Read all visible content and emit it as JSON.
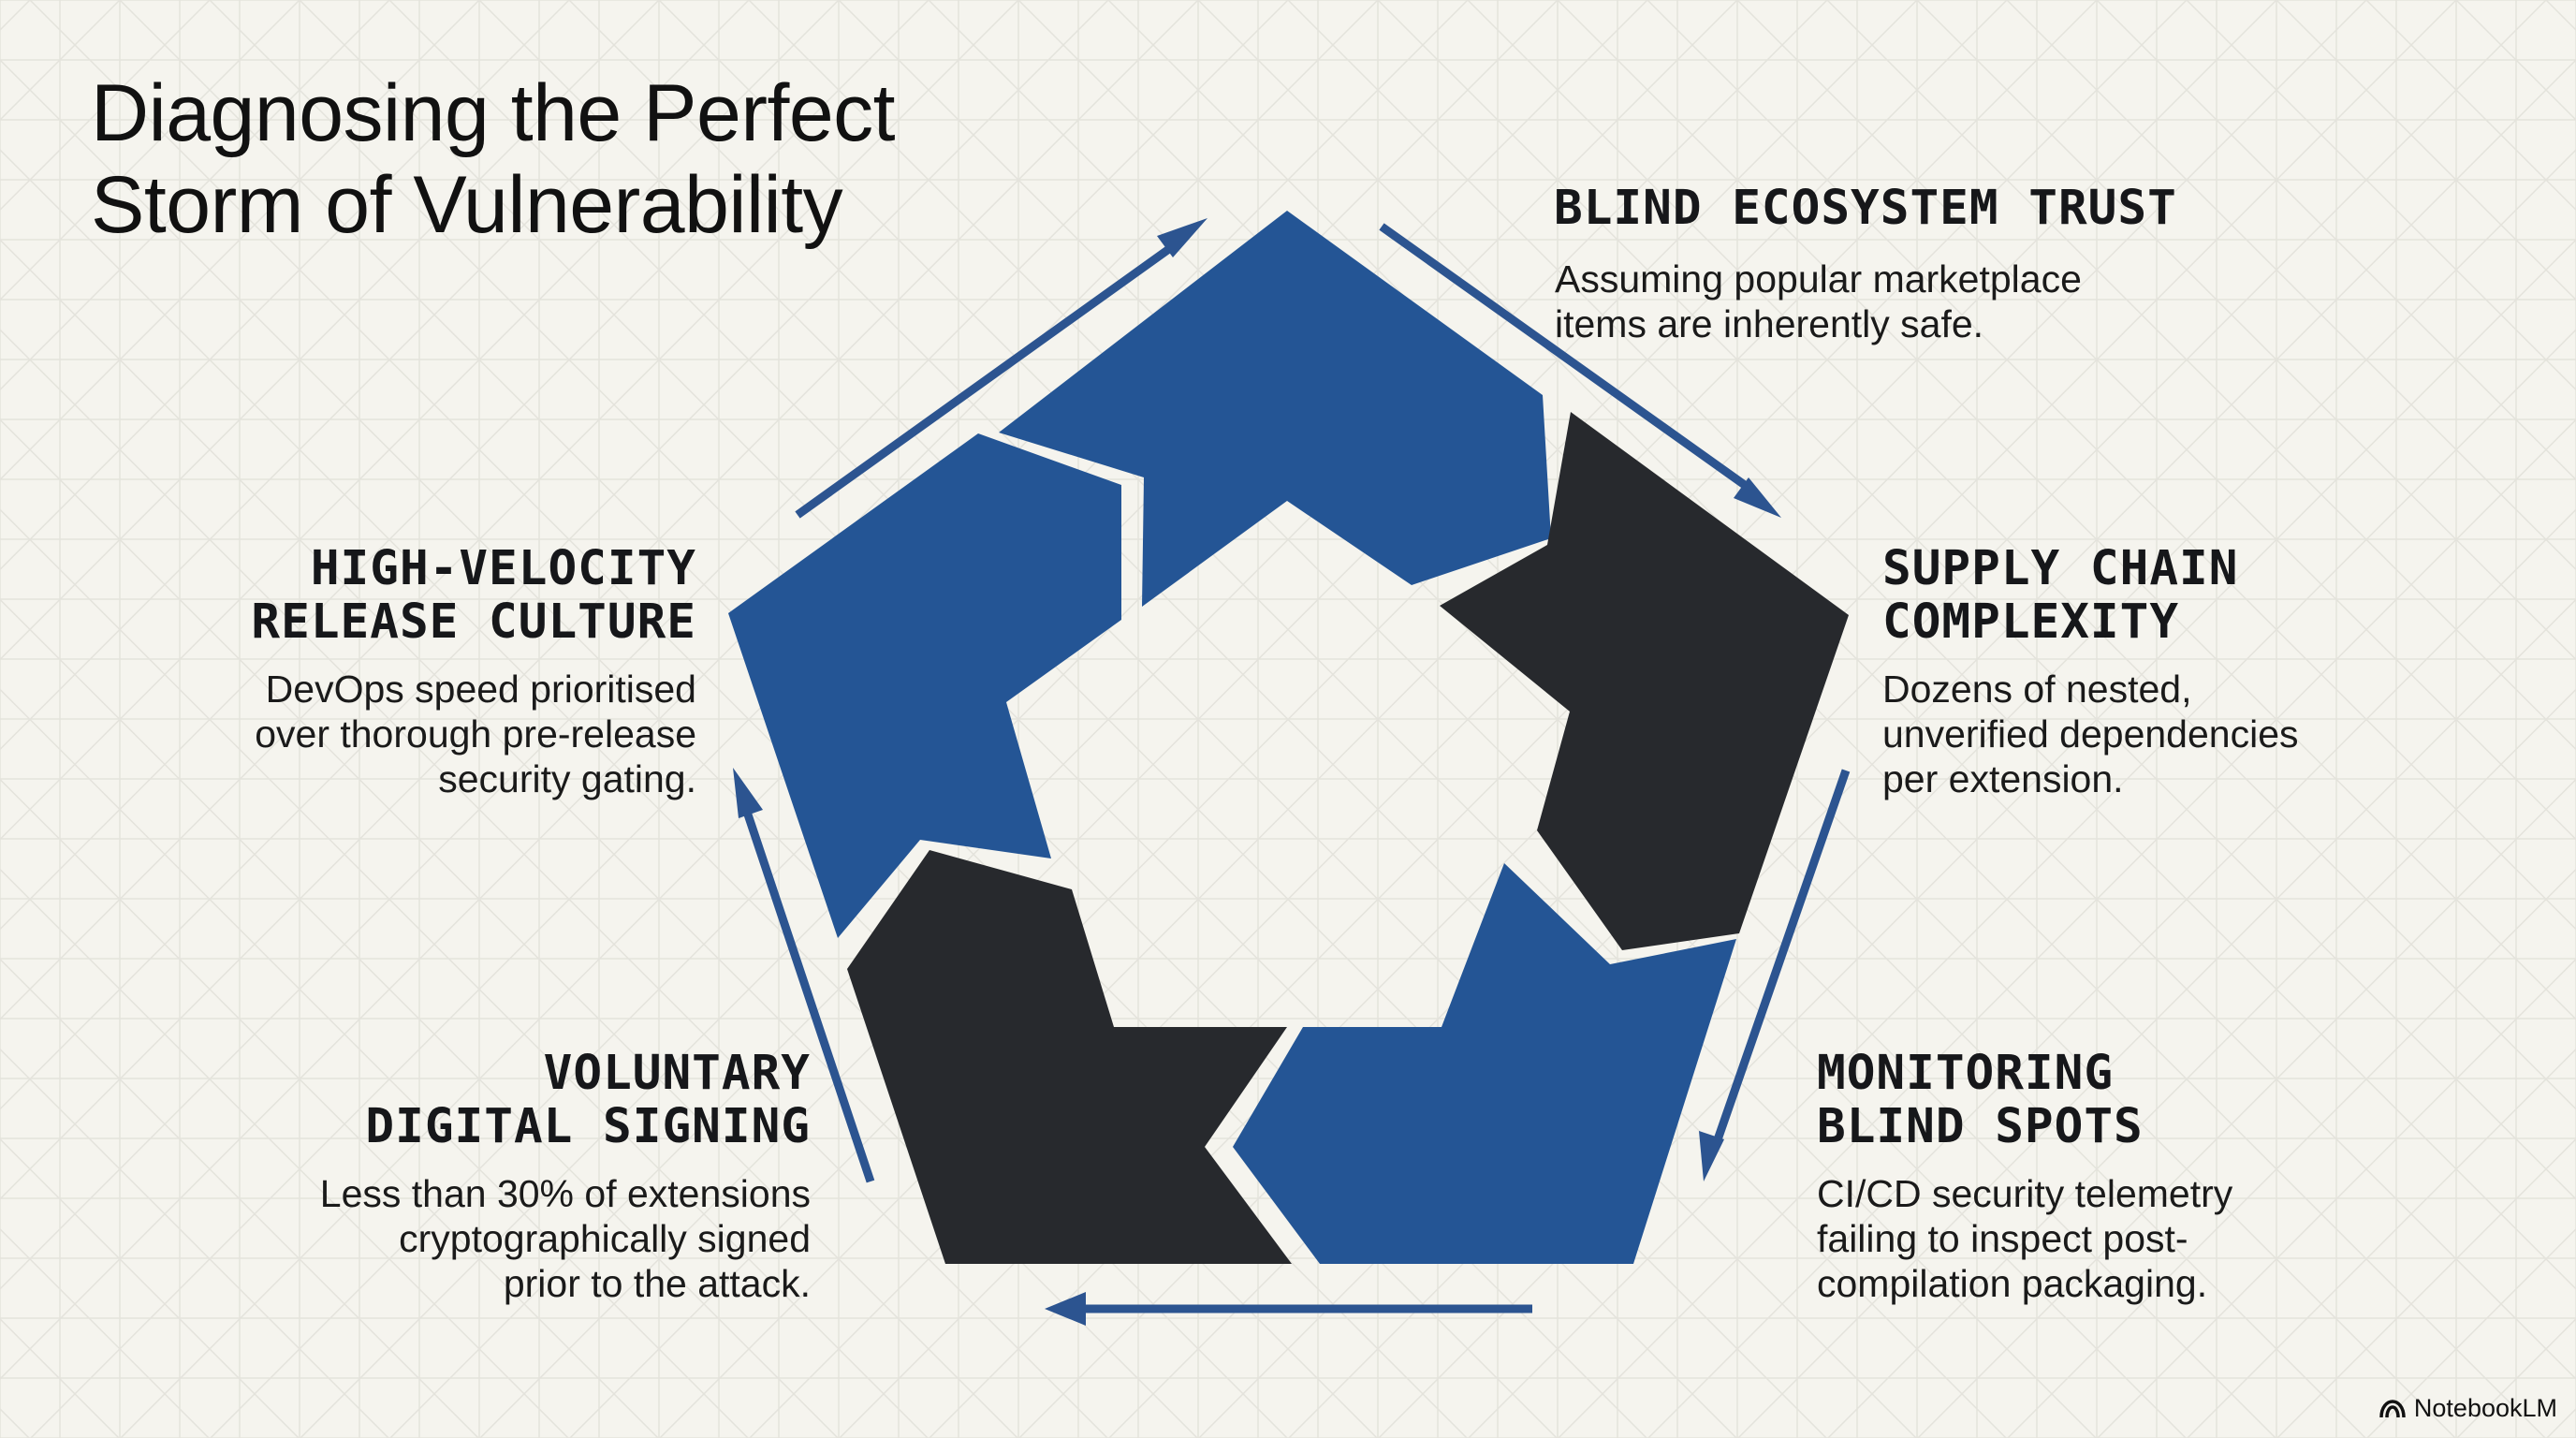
{
  "title": {
    "line1": "Diagnosing the Perfect",
    "line2": "Storm of Vulnerability"
  },
  "colors": {
    "background": "#f5f4ee",
    "blue": "#245595",
    "dark": "#27292d",
    "arrow": "#2c5490"
  },
  "segments": [
    {
      "id": "blind-ecosystem-trust",
      "color": "blue",
      "label_lines": [
        "BLIND ECOSYSTEM TRUST"
      ],
      "desc_lines": [
        "Assuming popular marketplace",
        "items are inherently safe."
      ]
    },
    {
      "id": "supply-chain-complexity",
      "color": "dark",
      "label_lines": [
        "SUPPLY CHAIN",
        "COMPLEXITY"
      ],
      "desc_lines": [
        "Dozens of nested,",
        "unverified dependencies",
        "per extension."
      ]
    },
    {
      "id": "monitoring-blind-spots",
      "color": "blue",
      "label_lines": [
        "MONITORING",
        "BLIND SPOTS"
      ],
      "desc_lines": [
        "CI/CD security telemetry",
        "failing to inspect post-",
        "compilation packaging."
      ]
    },
    {
      "id": "voluntary-digital-signing",
      "color": "dark",
      "label_lines": [
        "VOLUNTARY",
        "DIGITAL SIGNING"
      ],
      "desc_lines": [
        "Less than 30% of extensions",
        "cryptographically signed",
        "prior to the attack."
      ]
    },
    {
      "id": "high-velocity-release-culture",
      "color": "blue",
      "label_lines": [
        "HIGH-VELOCITY",
        "RELEASE CULTURE"
      ],
      "desc_lines": [
        "DevOps speed prioritised",
        "over thorough pre-release",
        "security gating."
      ]
    }
  ],
  "brand": {
    "name": "NotebookLM",
    "icon": "notebooklm-logo-icon"
  }
}
